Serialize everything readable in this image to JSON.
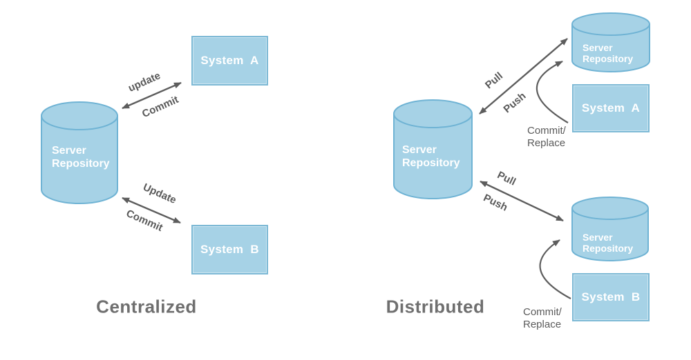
{
  "colors": {
    "shape_fill": "#a6d2e6",
    "shape_border": "#7db9d5",
    "arrow": "#5d5d5d",
    "label_text": "#5a5a5a",
    "title_text": "#6f6f6f",
    "shape_text": "#ffffff"
  },
  "left": {
    "title": "Centralized",
    "server_repository": "Server Repository",
    "system_a": "System  A",
    "system_b": "System  B",
    "top_arrow": {
      "above": "update",
      "below": "Commit"
    },
    "bottom_arrow": {
      "above": "Update",
      "below": "Commit"
    }
  },
  "right": {
    "title": "Distributed",
    "main_repository": "Server Repository",
    "remote_repository_a": "Server Repository",
    "remote_repository_b": "Server Repository",
    "system_a": "System  A",
    "system_b": "System  B",
    "top_arrow": {
      "above": "Pull",
      "below": "Push"
    },
    "bottom_arrow": {
      "above": "Pull",
      "below": "Push"
    },
    "commit_replace_a": "Commit/\nReplace",
    "commit_replace_b": "Commit/\nReplace"
  }
}
